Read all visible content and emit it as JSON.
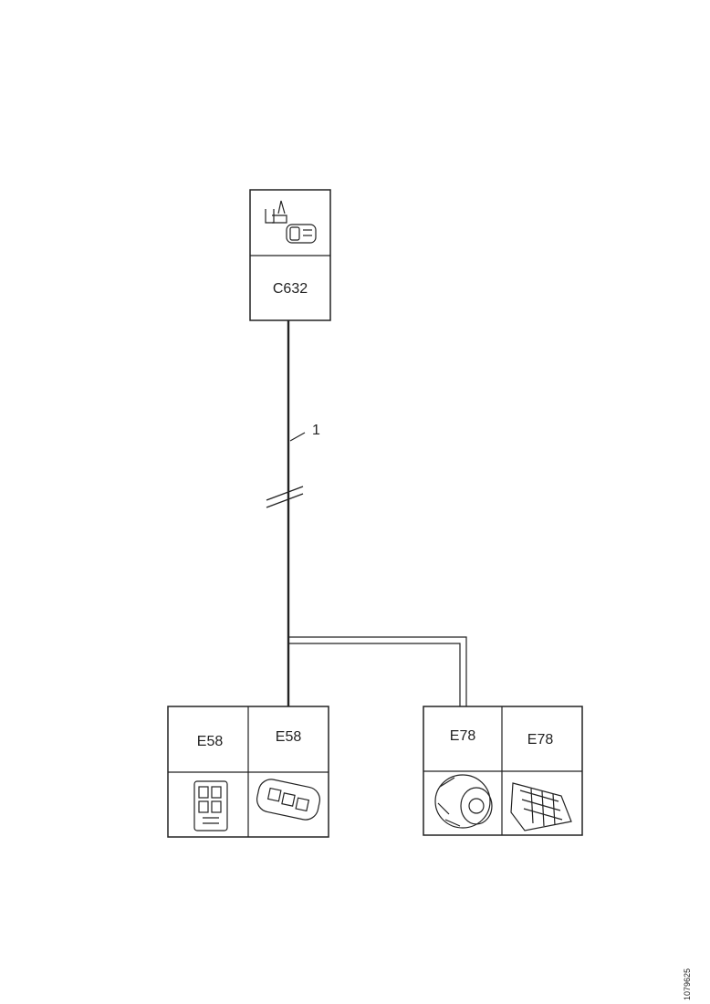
{
  "connectors": {
    "top": "C632",
    "bottom_left_a": "E58",
    "bottom_left_b": "E58",
    "bottom_right_a": "E78",
    "bottom_right_b": "E78"
  },
  "wire_callout": "1",
  "document_id": "1079625",
  "icons": {
    "top": "terminal-pin-icon",
    "e58_a": "connector-block-icon",
    "e58_b": "connector-plug-icon",
    "e78_a": "round-connector-icon",
    "e78_b": "multi-pin-connector-icon"
  }
}
